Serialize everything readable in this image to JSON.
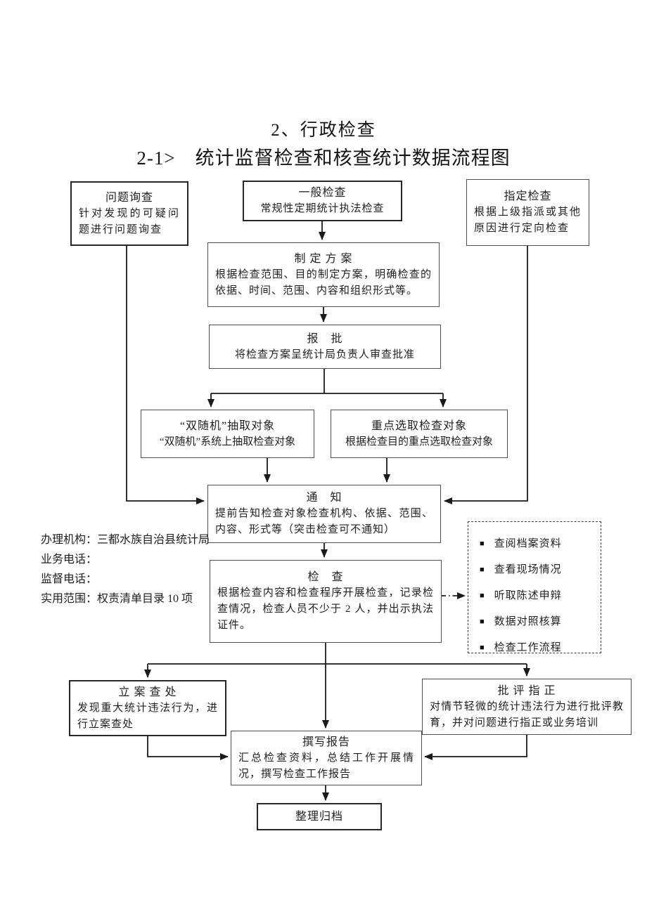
{
  "page": {
    "title": "2、行政检查",
    "subtitle": "2-1>　统计监督检查和核查统计数据流程图"
  },
  "info": {
    "lines": [
      "办理机构：三都水族自治县统计局",
      "业务电话：",
      "监督电话：",
      "实用范围：权责清单目录 10 项"
    ]
  },
  "boxes": {
    "question_inquiry": {
      "title": "问题询查",
      "body": "针对发现的可疑问题进行问题询查"
    },
    "general_inspection": {
      "title": "一般检查",
      "body": "常规性定期统计执法检查"
    },
    "designated_inspection": {
      "title": "指定检查",
      "body": "根据上级指派或其他原因进行定向检查"
    },
    "make_plan": {
      "title": "制 定 方 案",
      "body": "根据检查范围、目的制定方案，明确检查的依据、时间、范围、内容和组织形式等。"
    },
    "approval": {
      "title": "报　批",
      "body": "将检查方案呈统计局负责人审查批准"
    },
    "double_random": {
      "title": "“双随机”抽取对象",
      "body": "“双随机”系统上抽取检查对象"
    },
    "key_selection": {
      "title": "重点选取检查对象",
      "body": "根据检查目的重点选取检查对象"
    },
    "notice": {
      "title": "通　知",
      "body": "提前告知检查对象检查机构、依据、范围、内容、形式等（突击检查可不通知）"
    },
    "inspection": {
      "title": "检　查",
      "body": "根据检查内容和检查程序开展检查，记录检查情况，检查人员不少于 2 人，并出示执法证件。"
    },
    "case_filing": {
      "title": "立 案 查 处",
      "body": "发现重大统计违法行为，进行立案查处"
    },
    "criticism": {
      "title": "批 评 指 正",
      "body": "对情节轻微的统计违法行为进行批评教育，并对问题进行指正或业务培训"
    },
    "report": {
      "title": "撰写报告",
      "body": "汇总检查资料，总结工作开展情况，撰写检查工作报告"
    },
    "archive": {
      "title": "整理归档"
    }
  },
  "checklist": {
    "bullet": "■",
    "items": [
      "查阅档案资料",
      "查看现场情况",
      "听取陈述申辩",
      "数据对照核算",
      "检查工作流程"
    ]
  },
  "colors": {
    "line": "#1a1a1a",
    "box_border": "#4f4f4f",
    "text": "#1f1f1f"
  }
}
